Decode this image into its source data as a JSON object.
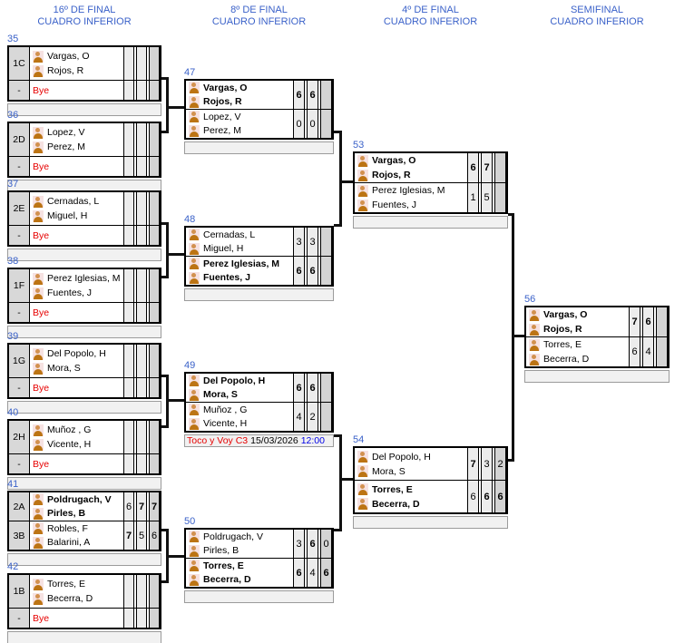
{
  "colors": {
    "header_blue": "#3b62c9",
    "bye_red": "#e60000",
    "time_blue": "#0000e6",
    "winner_bold": "bold",
    "cell_gray": "#ececec",
    "cell_dark": "#d4d4d4"
  },
  "headers": [
    {
      "line1": "16º DE FINAL",
      "line2": "CUADRO INFERIOR"
    },
    {
      "line1": "8º DE FINAL",
      "line2": "CUADRO INFERIOR"
    },
    {
      "line1": "4º DE FINAL",
      "line2": "CUADRO INFERIOR"
    },
    {
      "line1": "SEMIFINAL",
      "line2": "CUADRO INFERIOR"
    }
  ],
  "matches": {
    "m35": {
      "number": "35",
      "rows": [
        {
          "seed": "1C",
          "players": [
            "Vargas, O",
            "Rojos, R"
          ],
          "winner": false
        },
        {
          "seed": "-",
          "label": "Bye"
        }
      ]
    },
    "m36": {
      "number": "36",
      "rows": [
        {
          "seed": "2D",
          "players": [
            "Lopez, V",
            "Perez, M"
          ],
          "winner": false
        },
        {
          "seed": "-",
          "label": "Bye"
        }
      ]
    },
    "m37": {
      "number": "37",
      "rows": [
        {
          "seed": "2E",
          "players": [
            "Cernadas, L",
            "Miguel, H"
          ],
          "winner": false
        },
        {
          "seed": "-",
          "label": "Bye"
        }
      ]
    },
    "m38": {
      "number": "38",
      "rows": [
        {
          "seed": "1F",
          "players": [
            "Perez Iglesias, M",
            "Fuentes, J"
          ],
          "winner": false
        },
        {
          "seed": "-",
          "label": "Bye"
        }
      ]
    },
    "m39": {
      "number": "39",
      "rows": [
        {
          "seed": "1G",
          "players": [
            "Del Popolo, H",
            "Mora, S"
          ],
          "winner": false
        },
        {
          "seed": "-",
          "label": "Bye"
        }
      ]
    },
    "m40": {
      "number": "40",
      "rows": [
        {
          "seed": "2H",
          "players": [
            "Muñoz , G",
            "Vicente, H"
          ],
          "winner": false
        },
        {
          "seed": "-",
          "label": "Bye"
        }
      ]
    },
    "m41": {
      "number": "41",
      "rows": [
        {
          "seed": "2A",
          "players": [
            "Poldrugach, V",
            "Pirles, B"
          ],
          "winner": true,
          "scores": [
            {
              "v": "6",
              "b": false
            },
            {
              "v": "7",
              "b": true
            },
            {
              "v": "7",
              "b": true
            }
          ]
        },
        {
          "seed": "3B",
          "players": [
            "Robles, F",
            "Balarini, A"
          ],
          "winner": false,
          "scores": [
            {
              "v": "7",
              "b": true
            },
            {
              "v": "5",
              "b": false
            },
            {
              "v": "6",
              "b": false
            }
          ]
        }
      ]
    },
    "m42": {
      "number": "42",
      "rows": [
        {
          "seed": "1B",
          "players": [
            "Torres, E",
            "Becerra, D"
          ],
          "winner": false
        },
        {
          "seed": "-",
          "label": "Bye"
        }
      ]
    },
    "m47": {
      "number": "47",
      "rows": [
        {
          "players": [
            "Vargas, O",
            "Rojos, R"
          ],
          "winner": true,
          "scores": [
            {
              "v": "6",
              "b": true
            },
            {
              "v": "6",
              "b": true
            },
            {
              "v": "",
              "b": false
            }
          ]
        },
        {
          "players": [
            "Lopez, V",
            "Perez, M"
          ],
          "winner": false,
          "scores": [
            {
              "v": "0",
              "b": false
            },
            {
              "v": "0",
              "b": false
            },
            {
              "v": "",
              "b": false
            }
          ]
        }
      ]
    },
    "m48": {
      "number": "48",
      "rows": [
        {
          "players": [
            "Cernadas, L",
            "Miguel, H"
          ],
          "winner": false,
          "scores": [
            {
              "v": "3",
              "b": false
            },
            {
              "v": "3",
              "b": false
            },
            {
              "v": "",
              "b": false
            }
          ]
        },
        {
          "players": [
            "Perez Iglesias, M",
            "Fuentes, J"
          ],
          "winner": true,
          "scores": [
            {
              "v": "6",
              "b": true
            },
            {
              "v": "6",
              "b": true
            },
            {
              "v": "",
              "b": false
            }
          ]
        }
      ]
    },
    "m49": {
      "number": "49",
      "rows": [
        {
          "players": [
            "Del Popolo, H",
            "Mora, S"
          ],
          "winner": true,
          "scores": [
            {
              "v": "6",
              "b": true
            },
            {
              "v": "6",
              "b": true
            },
            {
              "v": "",
              "b": false
            }
          ]
        },
        {
          "players": [
            "Muñoz , G",
            "Vicente, H"
          ],
          "winner": false,
          "scores": [
            {
              "v": "4",
              "b": false
            },
            {
              "v": "2",
              "b": false
            },
            {
              "v": "",
              "b": false
            }
          ]
        }
      ],
      "footer": {
        "venue": "Toco y Voy C3",
        "date": "15/03/2026",
        "time": "12:00"
      }
    },
    "m50": {
      "number": "50",
      "rows": [
        {
          "players": [
            "Poldrugach, V",
            "Pirles, B"
          ],
          "winner": false,
          "scores": [
            {
              "v": "3",
              "b": false
            },
            {
              "v": "6",
              "b": true
            },
            {
              "v": "0",
              "b": false
            }
          ]
        },
        {
          "players": [
            "Torres, E",
            "Becerra, D"
          ],
          "winner": true,
          "scores": [
            {
              "v": "6",
              "b": true
            },
            {
              "v": "4",
              "b": false
            },
            {
              "v": "6",
              "b": true
            }
          ]
        }
      ]
    },
    "m53": {
      "number": "53",
      "rows": [
        {
          "players": [
            "Vargas, O",
            "Rojos, R"
          ],
          "winner": true,
          "scores": [
            {
              "v": "6",
              "b": true
            },
            {
              "v": "7",
              "b": true
            },
            {
              "v": "",
              "b": false
            }
          ]
        },
        {
          "players": [
            "Perez Iglesias, M",
            "Fuentes, J"
          ],
          "winner": false,
          "scores": [
            {
              "v": "1",
              "b": false
            },
            {
              "v": "5",
              "b": false
            },
            {
              "v": "",
              "b": false
            }
          ]
        }
      ]
    },
    "m54": {
      "number": "54",
      "rows": [
        {
          "players": [
            "Del Popolo, H",
            "Mora, S"
          ],
          "winner": false,
          "scores": [
            {
              "v": "7",
              "b": true
            },
            {
              "v": "3",
              "b": false
            },
            {
              "v": "2",
              "b": false
            }
          ]
        },
        {
          "players": [
            "Torres, E",
            "Becerra, D"
          ],
          "winner": true,
          "scores": [
            {
              "v": "6",
              "b": false
            },
            {
              "v": "6",
              "b": true
            },
            {
              "v": "6",
              "b": true
            }
          ]
        }
      ]
    },
    "m56": {
      "number": "56",
      "rows": [
        {
          "players": [
            "Vargas, O",
            "Rojos, R"
          ],
          "winner": true,
          "scores": [
            {
              "v": "7",
              "b": true
            },
            {
              "v": "6",
              "b": true
            },
            {
              "v": "",
              "b": false
            }
          ]
        },
        {
          "players": [
            "Torres, E",
            "Becerra, D"
          ],
          "winner": false,
          "scores": [
            {
              "v": "6",
              "b": false
            },
            {
              "v": "4",
              "b": false
            },
            {
              "v": "",
              "b": false
            }
          ]
        }
      ]
    }
  }
}
